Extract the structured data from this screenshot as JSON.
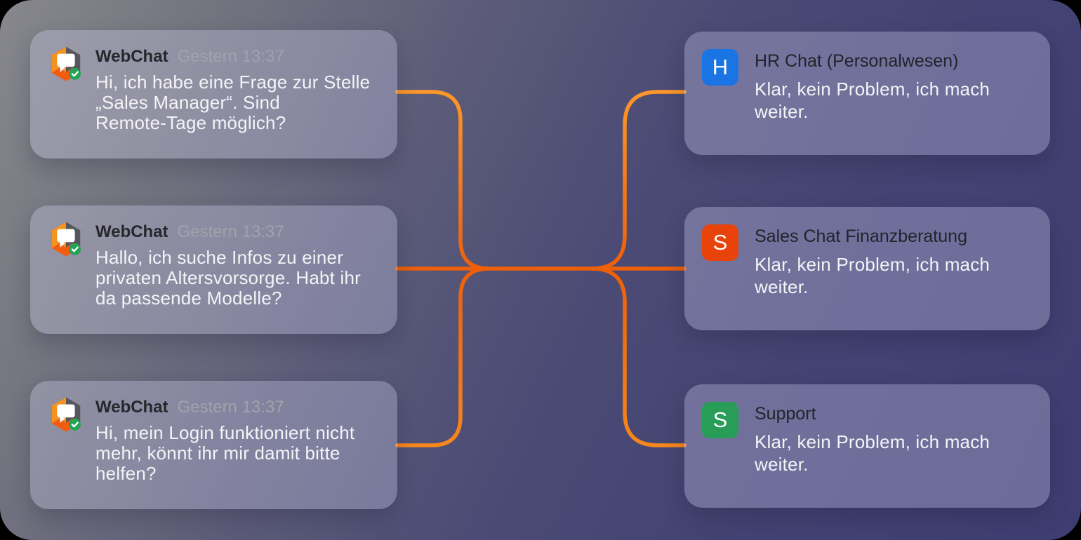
{
  "colors": {
    "line_top": "#FF9B2D",
    "line_mid": "#EE5F09",
    "line_bottom": "#F98B1E",
    "icon_orange": "#F6921E",
    "icon_orange_deep": "#F35B0F",
    "icon_gray": "#56565D",
    "badge_green": "#23A455",
    "hr_blue": "#1B74E4",
    "sales_orange": "#E8430A",
    "support_green": "#279D57"
  },
  "left_cards": [
    {
      "app": "WebChat",
      "timestamp": "Gestern 13:37",
      "message": "Hi, ich habe eine Frage zur Stelle\n„Sales Manager“. Sind\nRemote-Tage möglich?"
    },
    {
      "app": "WebChat",
      "timestamp": "Gestern 13:37",
      "message": "Hallo, ich suche Infos zu einer\nprivaten Altersvorsorge. Habt ihr\nda passende Modelle?"
    },
    {
      "app": "WebChat",
      "timestamp": "Gestern 13:37",
      "message": "Hi, mein Login funktioniert nicht\nmehr, könnt ihr mir damit bitte\nhelfen?"
    }
  ],
  "right_cards": [
    {
      "initial": "H",
      "icon_color": "#1B74E4",
      "title": "HR Chat (Personalwesen)",
      "message": "Klar, kein Problem, ich mach\nweiter."
    },
    {
      "initial": "S",
      "icon_color": "#E8430A",
      "title": "Sales Chat Finanzberatung",
      "message": "Klar, kein Problem, ich mach\nweiter."
    },
    {
      "initial": "S",
      "icon_color": "#279D57",
      "title": "Support",
      "message": "Klar, kein Problem, ich mach\nweiter."
    }
  ]
}
